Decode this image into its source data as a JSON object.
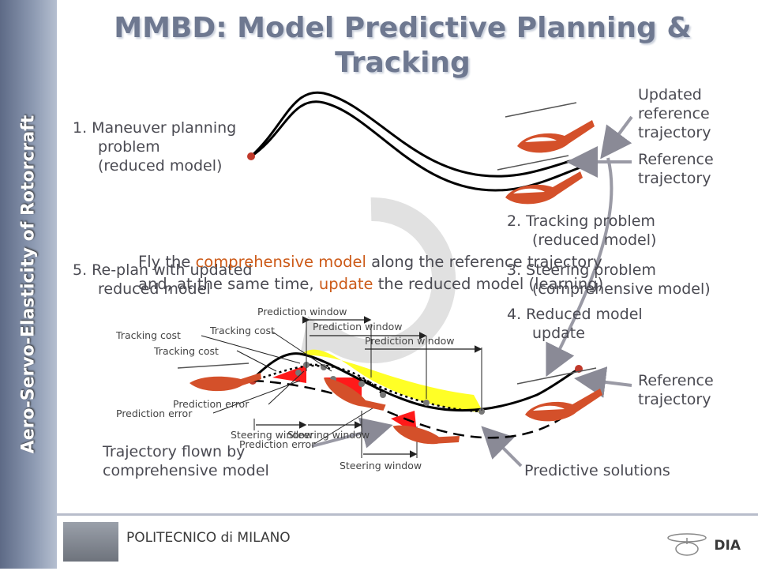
{
  "sidebar": {
    "text": "Aero-Servo-Elasticity of Rotorcraft"
  },
  "title": {
    "line1": "MMBD: Model Predictive Planning &",
    "line2": "Tracking"
  },
  "steps": {
    "s1_line1": "1. Maneuver planning",
    "s1_line2": "problem",
    "s1_line3": "(reduced model)",
    "s2_line1": "2. Tracking problem",
    "s2_line2": "(reduced model)",
    "s3_line1": "3. Steering problem",
    "s3_line2": "(comprehensive model)",
    "s4_line1": "4. Reduced model",
    "s4_line2": "update",
    "s5_line1": "5. Re-plan with updated",
    "s5_line2": "reduced model"
  },
  "overlay": {
    "line1_a": "Fly the ",
    "line1_hl": "comprehensive model",
    "line1_b": " along the reference trajectory",
    "line2_a": "and, at the same time, ",
    "line2_hl": "update",
    "line2_b": " the reduced model (learning)"
  },
  "top_labels": {
    "updated_ref_1": "Updated",
    "updated_ref_2": "reference",
    "updated_ref_3": "trajectory",
    "ref_1": "Reference",
    "ref_2": "trajectory"
  },
  "bottom_labels": {
    "ref_1": "Reference",
    "ref_2": "trajectory",
    "flown_1": "Trajectory flown by",
    "flown_2": "comprehensive model",
    "predictive": "Predictive solutions"
  },
  "small_labels": {
    "pw1": "Prediction window",
    "pw2": "Prediction window",
    "pw3": "Prediction window",
    "tc1": "Tracking cost",
    "tc2": "Tracking cost",
    "tc3": "Tracking cost",
    "pe1": "Prediction error",
    "pe2": "Prediction error",
    "pe3": "Prediction error",
    "sw1": "Steering window",
    "sw2": "Steering window",
    "sw3": "Steering window"
  },
  "footer": {
    "left": "POLITECNICO di MILANO",
    "right": "DIA"
  },
  "colors": {
    "accent_orange": "#cc5a18",
    "sidebar": "#7a86a0",
    "yellow_fill": "#ffff1a",
    "red_fill": "#ff1a1a",
    "arrow_gray": "#9a9aa5"
  }
}
